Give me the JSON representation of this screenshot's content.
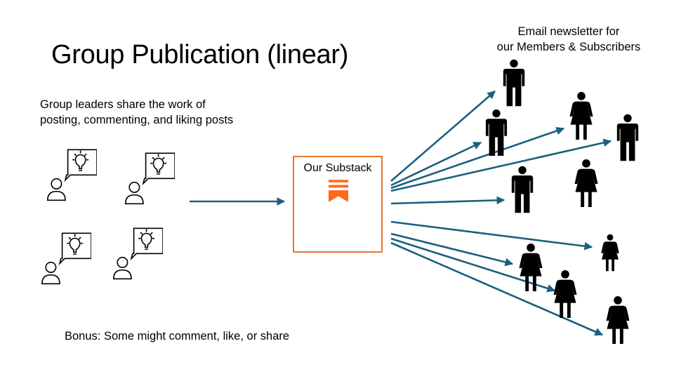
{
  "title": "Group Publication (linear)",
  "leaders": {
    "line1": "Group leaders share the work of",
    "line2": "posting, commenting, and liking posts"
  },
  "newsletter": {
    "line1": "Email newsletter for",
    "line2": "our Members & Subscribers"
  },
  "substack": {
    "label": "Our Substack",
    "logo_color": "#ff6719",
    "border_color": "#e8762c"
  },
  "bonus": "Bonus: Some might comment, like, or share",
  "colors": {
    "arrow": "#1b5f7e",
    "person": "#000000"
  },
  "icons": {
    "leader": "person-with-lightbulb-idea-icon",
    "recipient_male": "man-icon",
    "recipient_female": "woman-icon"
  }
}
